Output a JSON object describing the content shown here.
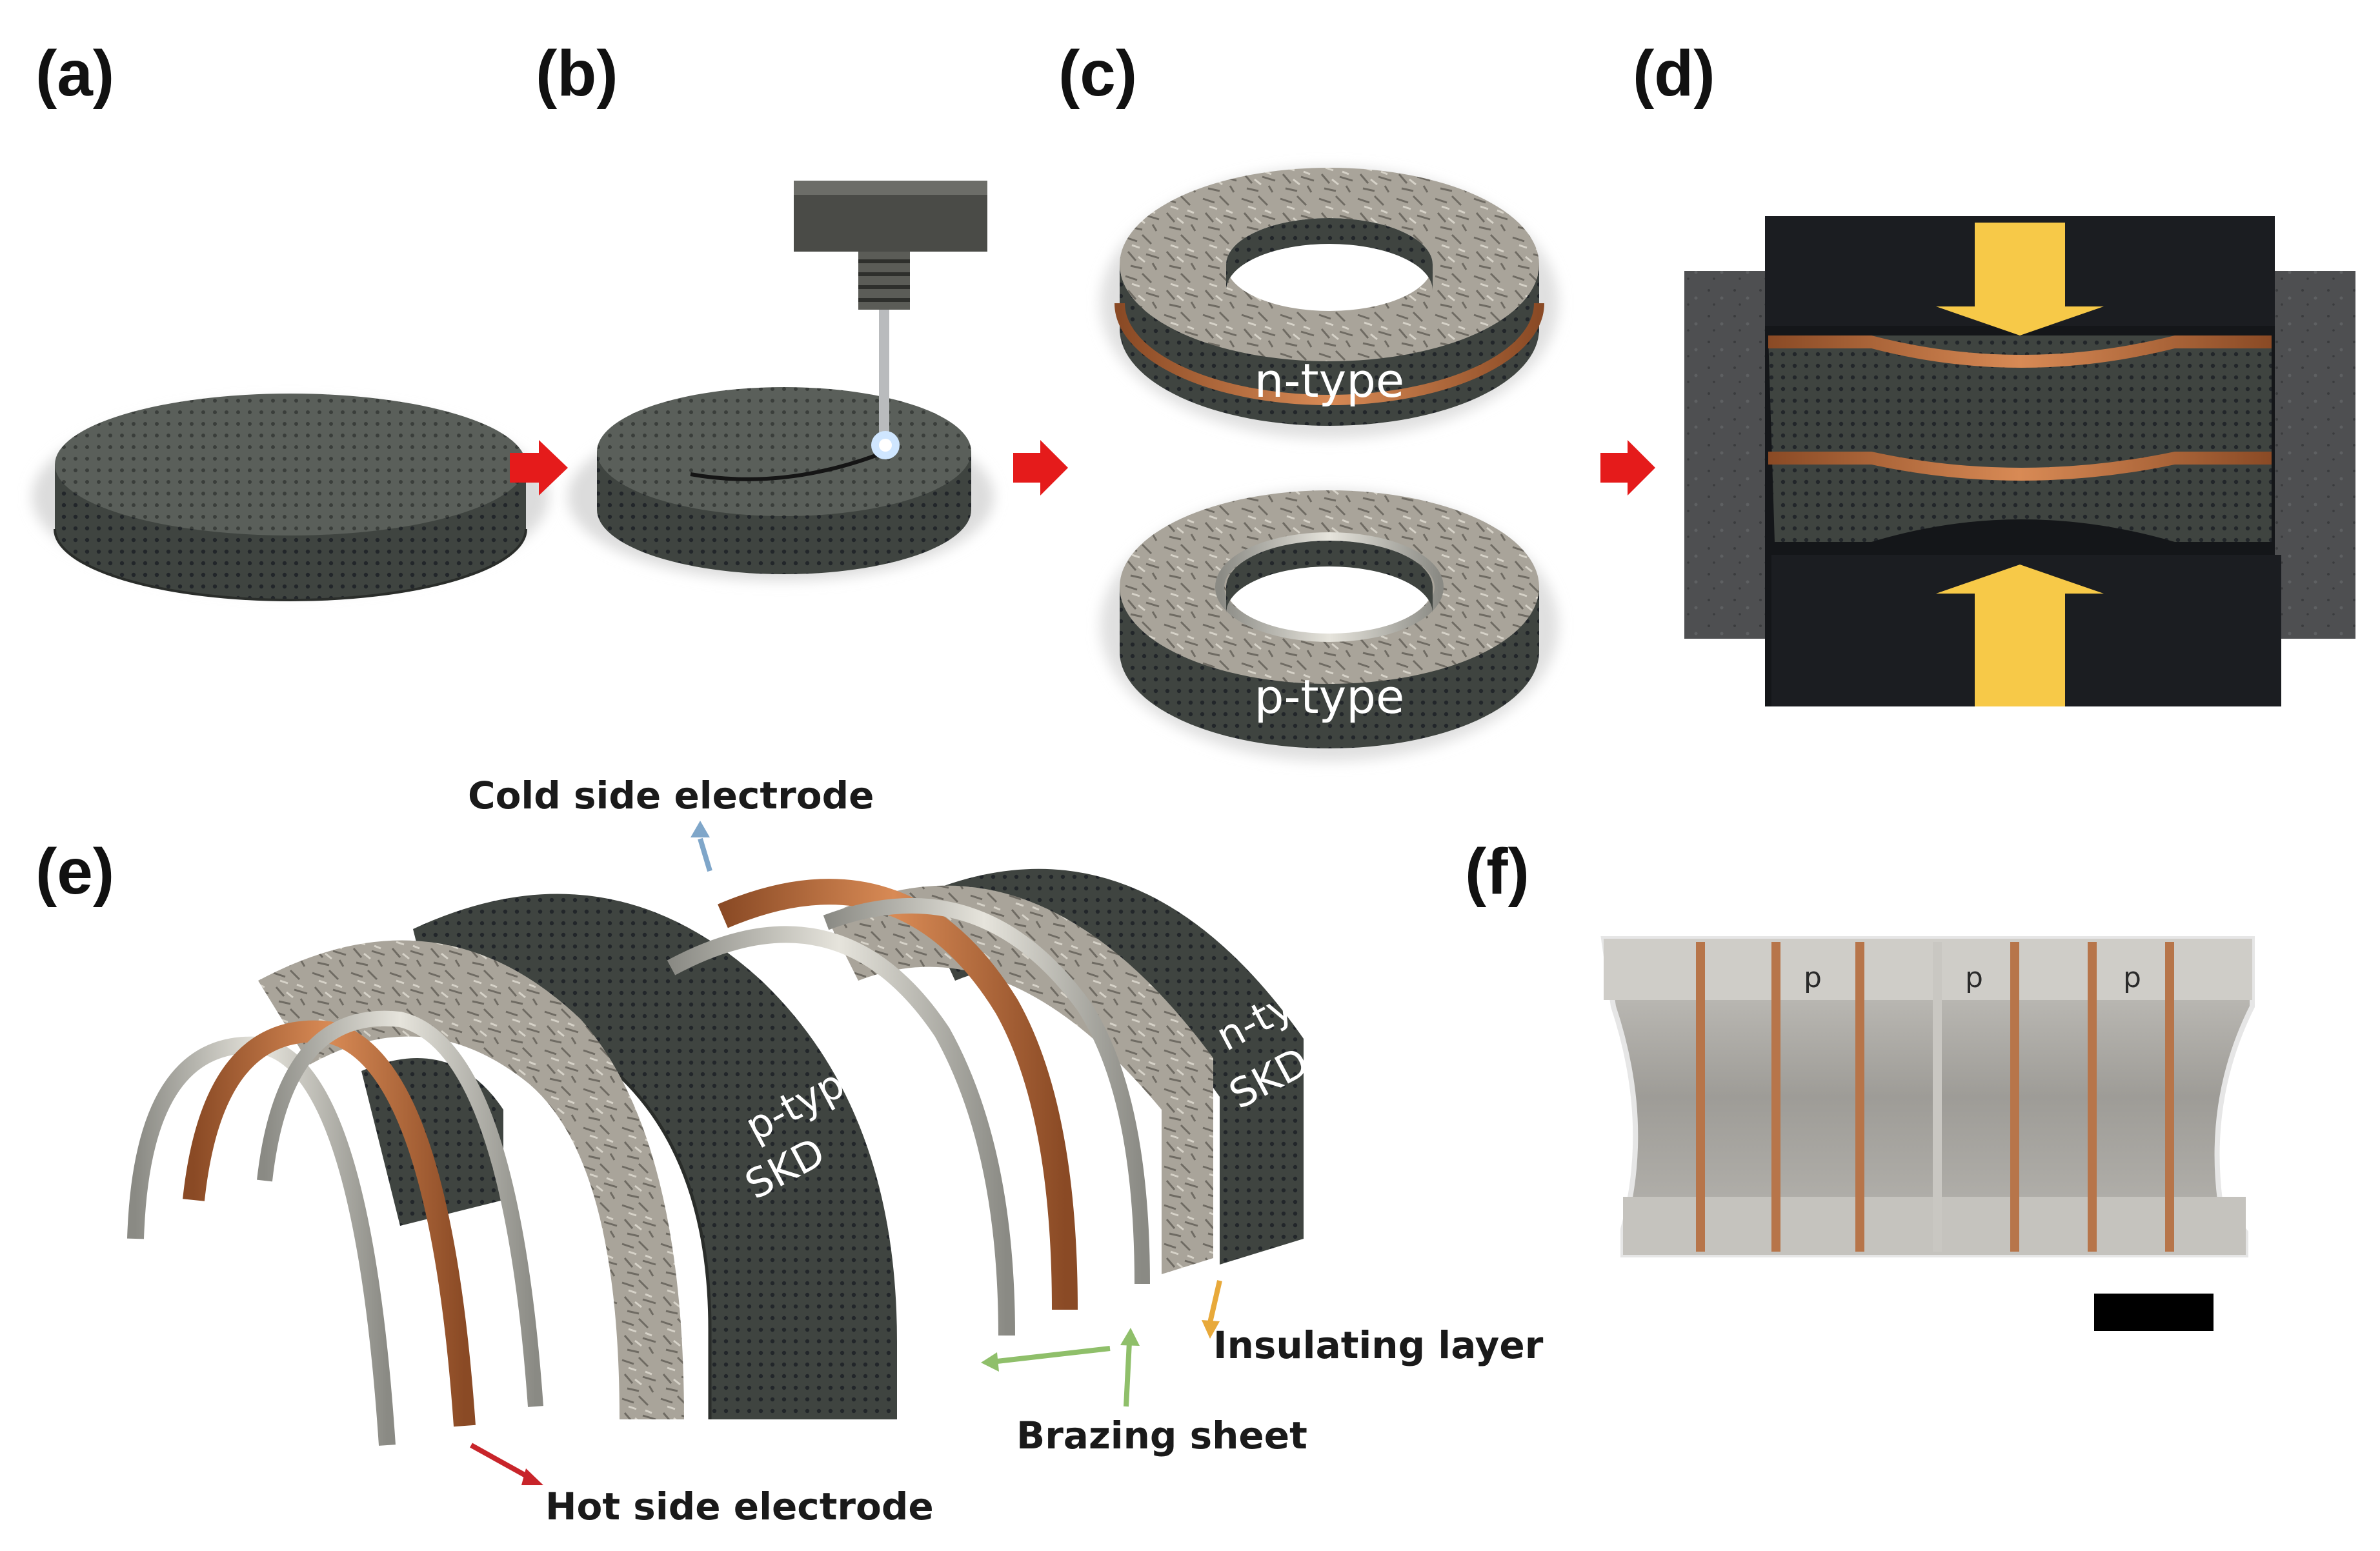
{
  "panels": {
    "a": "(a)",
    "b": "(b)",
    "c": "(c)",
    "d": "(d)",
    "e": "(e)",
    "f": "(f)"
  },
  "ring_labels": {
    "n_type": "n-type",
    "p_type": "p-type"
  },
  "exploded_labels": {
    "p_type_line1": "p-type",
    "p_type_line2": "SKD",
    "n_type_line1": "n-type",
    "n_type_line2": "SKD"
  },
  "callouts": {
    "cold_side_electrode": "Cold side electrode",
    "insulating_layer": "Insulating layer",
    "brazing_sheet": "Brazing sheet",
    "hot_side_electrode": "Hot side electrode"
  },
  "photo_marks": {
    "mark1": "p",
    "mark2": "p",
    "mark3": "p"
  },
  "colors": {
    "step_arrow": "#e51b1b",
    "press_arrow": "#f7c948",
    "copper": "#c0713f",
    "cold_arrow": "#7fa6c9",
    "insulating_arrow": "#e8a93a",
    "brazing_arrow": "#8fbf6a",
    "hot_arrow": "#c8242a"
  }
}
